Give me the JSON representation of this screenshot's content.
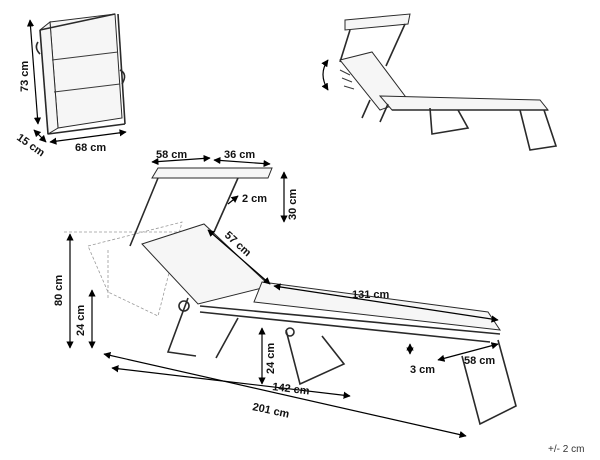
{
  "dimensions": {
    "folded_height": "73 cm",
    "folded_depth": "15 cm",
    "folded_width": "68 cm",
    "canopy_depth": "58 cm",
    "canopy_width": "36 cm",
    "canopy_gap": "2 cm",
    "canopy_height": "30 cm",
    "backrest_length": "57 cm",
    "total_height": "80 cm",
    "seat_height_left": "24 cm",
    "seat_height_middle": "24 cm",
    "bed_length": "131 cm",
    "frame_thickness": "3 cm",
    "leg_rest_length": "58 cm",
    "base_length": "142 cm",
    "total_length": "201 cm"
  },
  "tolerance": "+/- 2 cm",
  "colors": {
    "line": "#2a2a2a",
    "fabric": "#f6f6f6",
    "dimension": "#000000"
  }
}
